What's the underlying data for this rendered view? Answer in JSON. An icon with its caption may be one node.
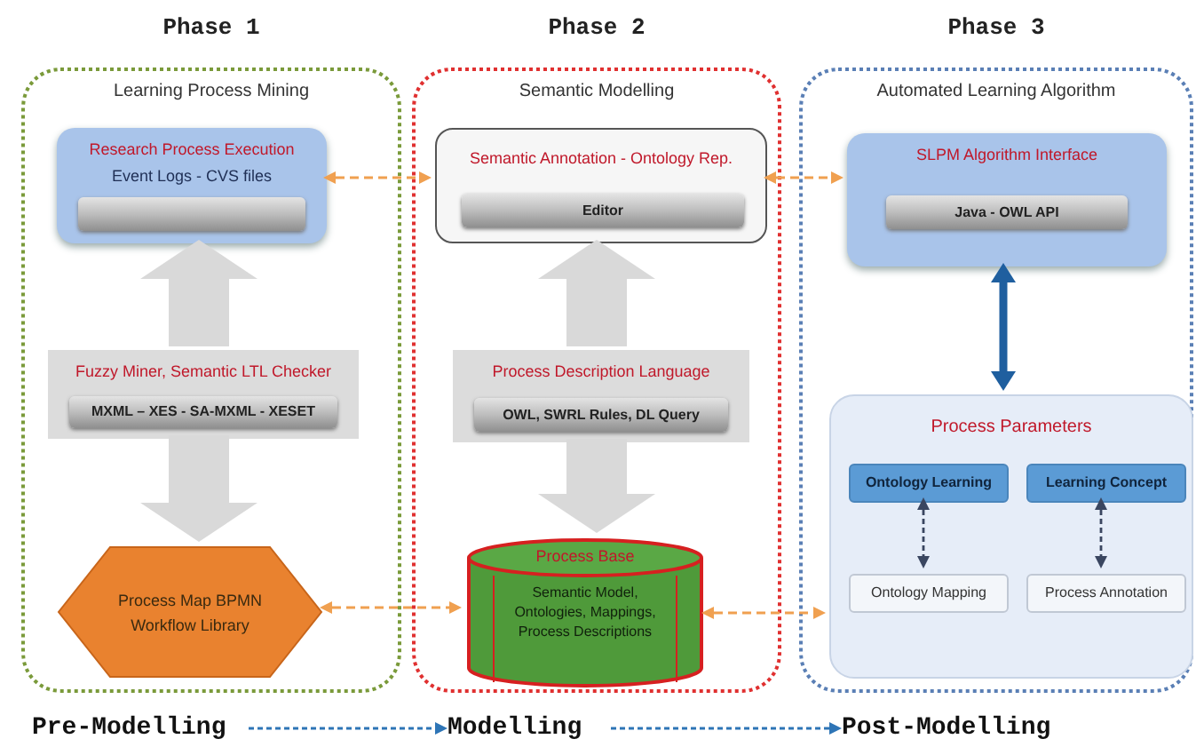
{
  "diagram": {
    "nodes": [
      {
        "text": [
          "Phase 1",
          "Learning Process Mining"
        ]
      },
      {
        "text": [
          "Research Process Execution",
          "Event Logs - CVS files"
        ],
        "in": 0
      },
      {
        "text": [],
        "shape": "bar",
        "in": 1
      },
      {
        "text": [
          "Fuzzy Miner, Semantic LTL Checker"
        ],
        "in": 0
      },
      {
        "text": [
          "MXML – XES - SA-MXML - XESET"
        ],
        "in": 3
      },
      {
        "text": [
          "Process Map BPMN Workflow Library"
        ],
        "in": 0
      },
      {
        "text": [
          "Phase 2",
          "Semantic Modelling"
        ]
      },
      {
        "text": [
          "Semantic Annotation - Ontology Rep."
        ],
        "in": 6
      },
      {
        "text": [
          "Editor"
        ],
        "in": 7
      },
      {
        "text": [
          "Process Description Language"
        ],
        "in": 6
      },
      {
        "text": [
          "OWL, SWRL Rules, DL Query"
        ],
        "in": 9
      },
      {
        "text": [
          "Process Base",
          "Semantic Model, Ontologies, Mappings, Process Descriptions"
        ],
        "in": 6
      },
      {
        "text": [
          "Phase 3",
          "Automated Learning Algorithm"
        ]
      },
      {
        "text": [
          "SLPM Algorithm Interface"
        ],
        "in": 12
      },
      {
        "text": [
          "Java - OWL API"
        ],
        "in": 13
      },
      {
        "text": [
          "Process Parameters"
        ],
        "in": 12
      },
      {
        "text": [
          "Ontology Learning"
        ],
        "in": 15
      },
      {
        "text": [
          "Learning Concept"
        ],
        "in": 15
      },
      {
        "text": [
          "Ontology Mapping"
        ],
        "in": 15
      },
      {
        "text": [
          "Process Annotation"
        ],
        "in": 15
      },
      {
        "text": [
          "Pre-Modelling"
        ]
      },
      {
        "text": [
          "Modelling"
        ]
      },
      {
        "text": [
          "Post-Modelling"
        ]
      }
    ],
    "edges": [
      {
        "from": 1,
        "to": 7,
        "arrow": "both",
        "style": "dashed"
      },
      {
        "from": 7,
        "to": 13,
        "arrow": "both",
        "style": "dashed"
      },
      {
        "from": 5,
        "to": 11,
        "arrow": "both",
        "style": "dashed"
      },
      {
        "from": 11,
        "to": 15,
        "arrow": "both",
        "style": "dashed"
      },
      {
        "from": 3,
        "to": 1,
        "arrow": "to",
        "style": "thick",
        "color": "#d9d9d9"
      },
      {
        "from": 3,
        "to": 5,
        "arrow": "to",
        "style": "thick",
        "color": "#d9d9d9"
      },
      {
        "from": 9,
        "to": 7,
        "arrow": "to",
        "style": "thick",
        "color": "#d9d9d9"
      },
      {
        "from": 9,
        "to": 11,
        "arrow": "to",
        "style": "thick",
        "color": "#d9d9d9"
      },
      {
        "from": 13,
        "to": 15,
        "arrow": "both",
        "style": "thick",
        "color": "#1f5f9f"
      },
      {
        "from": 16,
        "to": 18,
        "arrow": "both",
        "style": "dashed",
        "color": "#3a4660"
      },
      {
        "from": 17,
        "to": 19,
        "arrow": "both",
        "style": "dashed",
        "color": "#3a4660"
      },
      {
        "from": 20,
        "to": 21,
        "arrow": "to",
        "style": "dashed",
        "color": "#2e75b6"
      },
      {
        "from": 21,
        "to": 22,
        "arrow": "to",
        "style": "dashed",
        "color": "#2e75b6"
      }
    ]
  }
}
